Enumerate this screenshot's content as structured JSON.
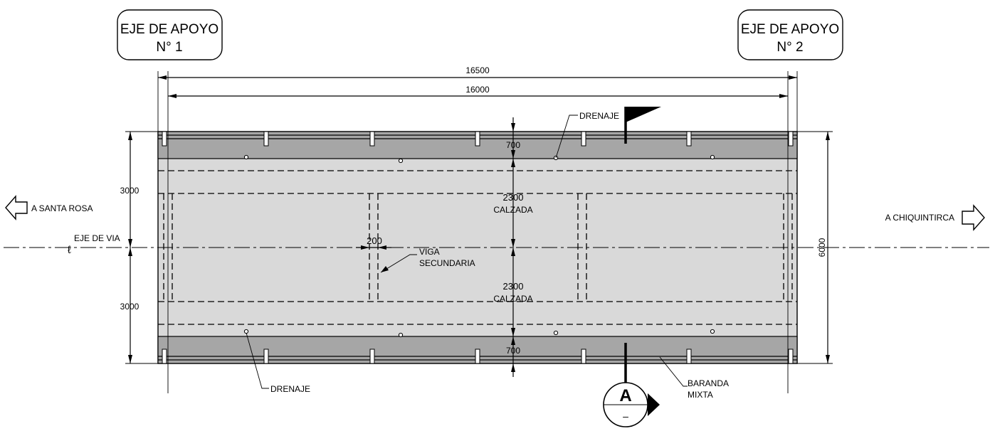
{
  "supports": {
    "support_1": {
      "line1": "EJE DE APOYO",
      "line2": "N° 1"
    },
    "support_2": {
      "line1": "EJE DE APOYO",
      "line2": "N° 2"
    }
  },
  "dimensions": {
    "total_length": "16500",
    "span_length": "16000",
    "half_width_top": "3000",
    "half_width_bottom": "3000",
    "total_width": "6000",
    "sidewalk_top": "700",
    "sidewalk_bottom": "700",
    "lane_top": "2300",
    "lane_bottom": "2300",
    "beam_width": "200"
  },
  "labels": {
    "lane_top_label": "CALZADA",
    "lane_bottom_label": "CALZADA",
    "drain_top": "DRENAJE",
    "drain_bottom": "DRENAJE",
    "secondary_beam_line1": "VIGA",
    "secondary_beam_line2": "SECUNDARIA",
    "railing_line1": "BARANDA",
    "railing_line2": "MIXTA",
    "road_axis": "EJE DE VIA",
    "centerline_symbol": "ℓ"
  },
  "directions": {
    "left": "A SANTA ROSA",
    "right": "A CHIQUINTIRCA"
  },
  "section_marker": {
    "letter": "A",
    "sub": "–"
  },
  "colors": {
    "deck": "#d9d9d9",
    "sidewalk": "#a6a6a6",
    "line": "#000000"
  }
}
